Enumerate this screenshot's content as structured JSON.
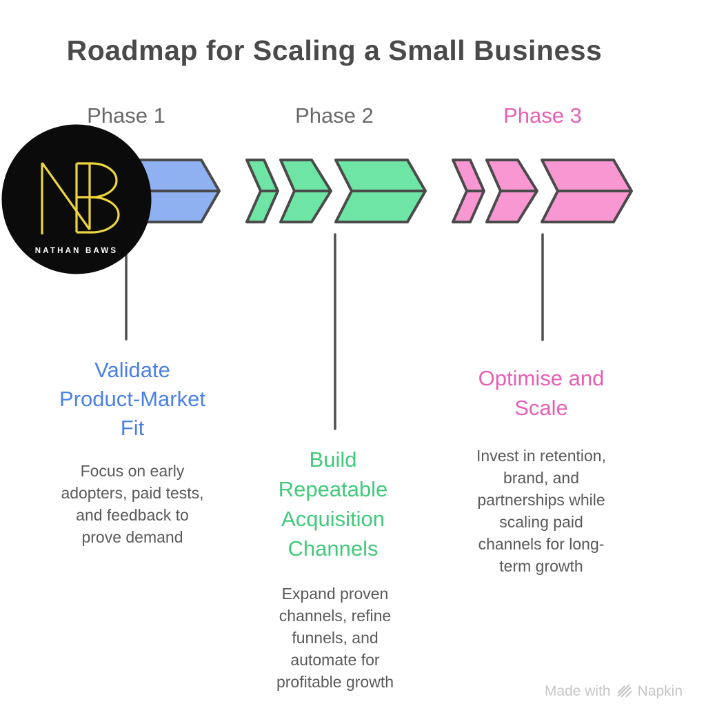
{
  "title": "Roadmap for Scaling a Small Business",
  "logo": {
    "monogram": "NB",
    "name": "NATHAN BAWS"
  },
  "phases": [
    {
      "label": "Phase 1",
      "label_color": "#696969",
      "arrow_color": "#8fb1f2",
      "heading": "Validate\nProduct-Market\nFit",
      "heading_color": "#4a80e8",
      "description": "Focus on early\nadopters, paid tests,\nand feedback to\nprove demand"
    },
    {
      "label": "Phase 2",
      "label_color": "#696969",
      "arrow_color": "#6ee5a4",
      "heading": "Build\nRepeatable\nAcquisition\nChannels",
      "heading_color": "#41c97a",
      "description": "Expand proven\nchannels, refine\nfunnels, and\nautomate for\nprofitable growth"
    },
    {
      "label": "Phase 3",
      "label_color": "#e75fb3",
      "arrow_color": "#f997d2",
      "heading": "Optimise and\nScale",
      "heading_color": "#e75fb3",
      "description": "Invest in retention,\nbrand, and\npartnerships while\nscaling paid\nchannels for long-\nterm growth"
    }
  ],
  "watermark": {
    "prefix": "Made with",
    "brand": "Napkin"
  },
  "colors": {
    "title": "#4a4a4a",
    "outline": "#4a4a4a",
    "connector": "#4f4f4f",
    "body_text": "#595959",
    "watermark": "#c6c6c6",
    "logo_bg": "#0b0b0b",
    "logo_monogram": "#eed73e",
    "logo_text": "#ffffff"
  }
}
